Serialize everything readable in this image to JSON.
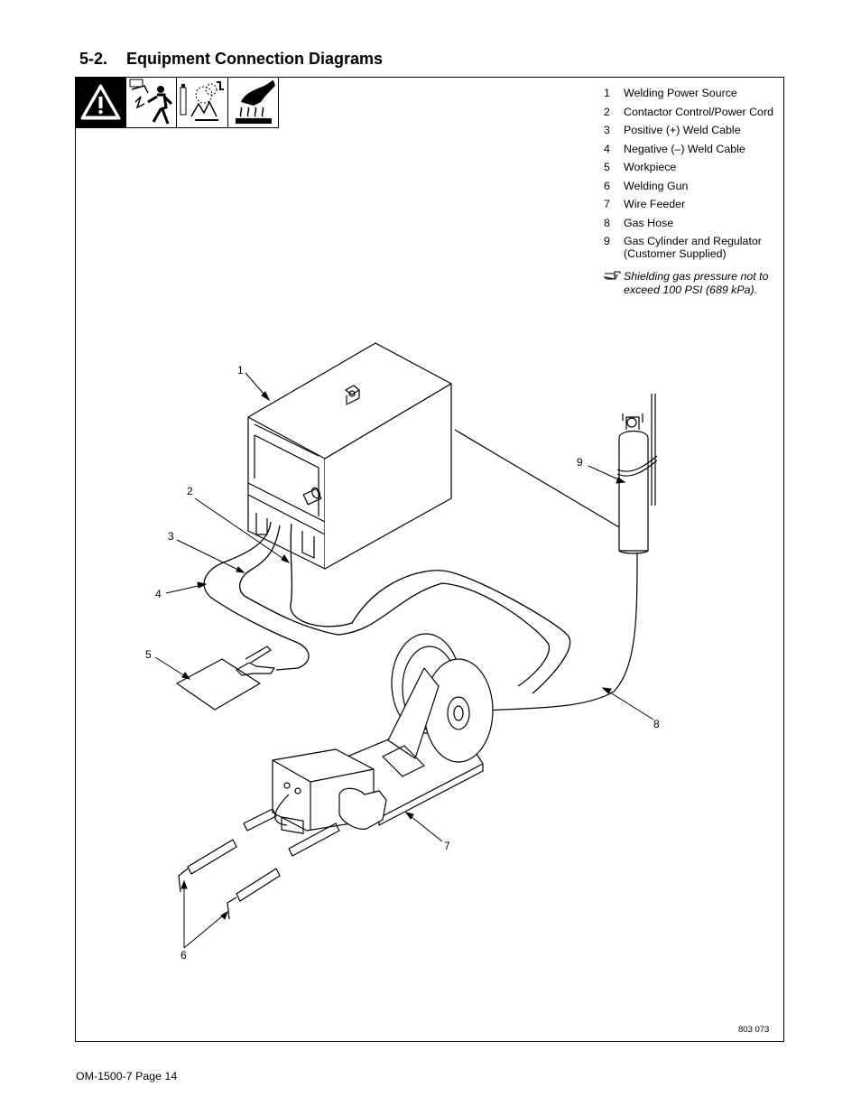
{
  "section": {
    "number": "5-2.",
    "title": "Equipment Connection Diagrams"
  },
  "safety_icons": [
    "warning-triangle-icon",
    "electric-shock-icon",
    "fumes-gases-icon",
    "hot-parts-icon"
  ],
  "legend": [
    {
      "num": "1",
      "text": "Welding Power Source"
    },
    {
      "num": "2",
      "text": "Contactor Control/Power Cord"
    },
    {
      "num": "3",
      "text": "Positive (+) Weld Cable"
    },
    {
      "num": "4",
      "text": "Negative (–) Weld Cable"
    },
    {
      "num": "5",
      "text": "Workpiece"
    },
    {
      "num": "6",
      "text": "Welding Gun"
    },
    {
      "num": "7",
      "text": "Wire Feeder"
    },
    {
      "num": "8",
      "text": "Gas Hose"
    },
    {
      "num": "9",
      "text": "Gas Cylinder and Regulator (Customer Supplied)"
    }
  ],
  "note": {
    "icon": "pointing-hand-icon",
    "text": "Shielding gas pressure not to exceed 100 PSI (689 kPa)."
  },
  "callouts": {
    "c1": "1",
    "c2": "2",
    "c3": "3",
    "c4": "4",
    "c5": "5",
    "c6": "6",
    "c7": "7",
    "c8": "8",
    "c9": "9"
  },
  "figure_id": "803 073",
  "footer": "OM-1500-7 Page 14"
}
